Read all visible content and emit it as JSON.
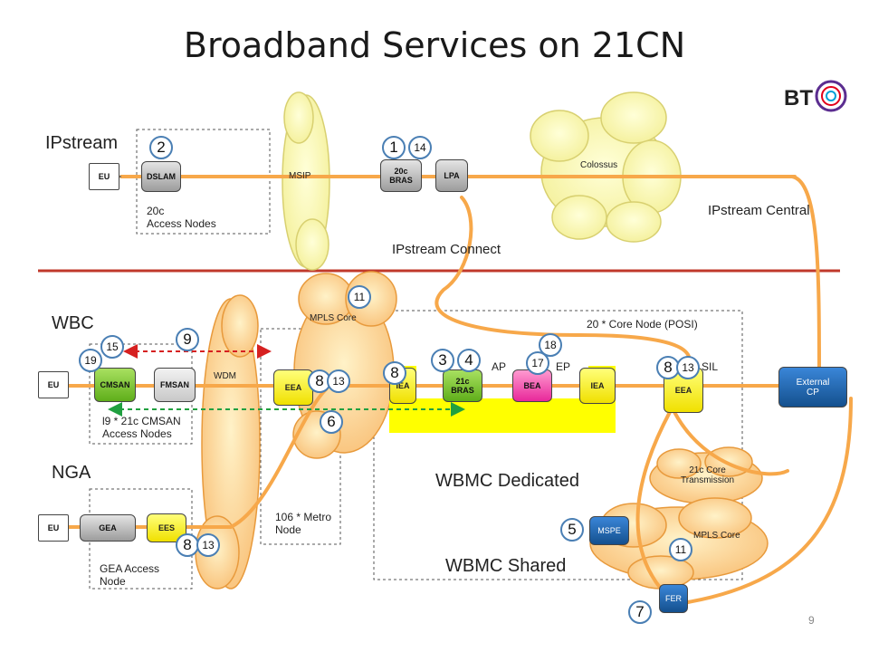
{
  "title": "Broadband Services on 21CN",
  "page_number": "9",
  "logo_text": "BT",
  "sections": {
    "ipstream": "IPstream",
    "wbc": "WBC",
    "nga": "NGA",
    "ipstream_connect": "IPstream Connect",
    "ipstream_central": "IPstream Central",
    "wbmc_dedicated": "WBMC Dedicated",
    "wbmc_shared": "WBMC Shared"
  },
  "labels": {
    "access_20c": "20c\nAccess Nodes",
    "cmsan_access": "l9 * 21c CMSAN\nAccess Nodes",
    "gea_access": "GEA Access\nNode",
    "metro_node": "106 * Metro\nNode",
    "core_node": "20 * Core Node (POSI)",
    "mpls_core_top": "MPLS Core",
    "mpls_core_bottom": "MPLS Core",
    "msip": "MSIP",
    "colossus": "Colossus",
    "wdm": "WDM",
    "core_transmission": "21c Core\nTransmission",
    "ap": "AP",
    "ep": "EP",
    "sil": "SIL"
  },
  "nodes": {
    "eu1": "EU",
    "dslam": "DSLAM",
    "bras20c": "20c\nBRAS",
    "lpa": "LPA",
    "eu2": "EU",
    "cmsan": "CMSAN",
    "fmsan": "FMSAN",
    "eea1": "EEA",
    "iea1": "IEA",
    "bras21c": "21c\nBRAS",
    "bea": "BEA",
    "iea2": "IEA",
    "eea2": "EEA",
    "external_cp": "External\nCP",
    "eu3": "EU",
    "gea": "GEA",
    "ees": "EES",
    "mspe": "MSPE",
    "fer": "FER"
  },
  "badges": {
    "b2": "2",
    "b1": "1",
    "b14": "14",
    "b11a": "11",
    "b9": "9",
    "b15": "15",
    "b19": "19",
    "b18": "18",
    "b3": "3",
    "b4": "4",
    "b17": "17",
    "b8a": "8",
    "b13a": "13",
    "b8b": "8",
    "b8c": "8",
    "b13c": "13",
    "b6": "6",
    "b5": "5",
    "b8d": "8",
    "b13d": "13",
    "b11b": "11",
    "b7": "7"
  },
  "colors": {
    "link": "#f7a84a",
    "cloud": "#f9c27a",
    "cloud_edge": "#e89a3c",
    "divider": "#c0392b",
    "wbmc_band": "#ffff00",
    "arrow_red": "#d62020",
    "arrow_green": "#20a040",
    "badge_border": "#4a7fb4"
  }
}
